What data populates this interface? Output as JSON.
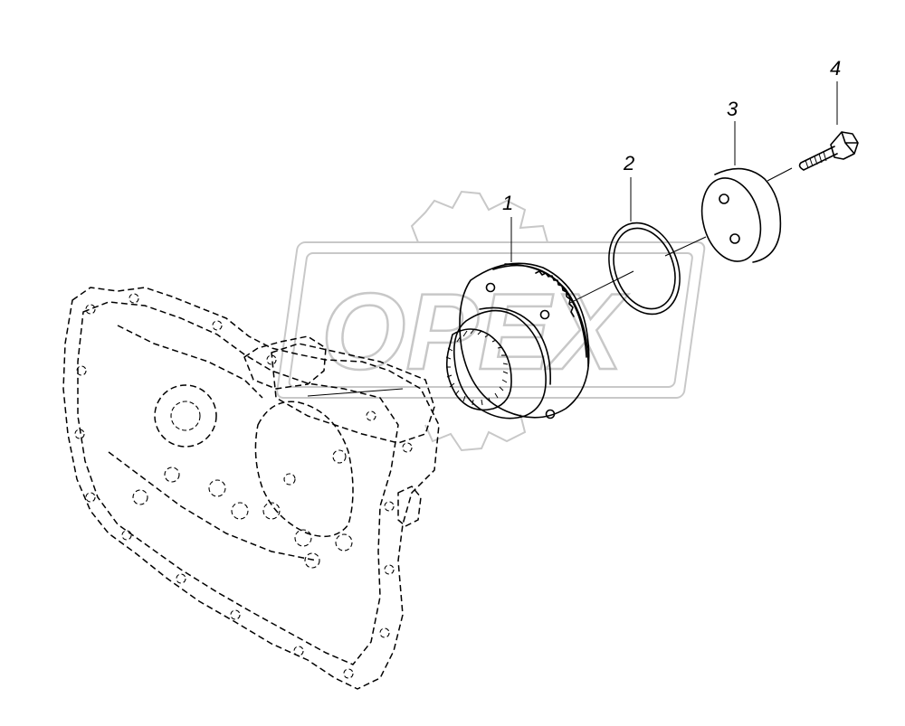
{
  "watermark": {
    "text": "OPEX",
    "color": "#c8c8c8"
  },
  "callouts": [
    {
      "id": "1",
      "label": "1"
    },
    {
      "id": "2",
      "label": "2"
    },
    {
      "id": "3",
      "label": "3"
    },
    {
      "id": "4",
      "label": "4"
    }
  ]
}
